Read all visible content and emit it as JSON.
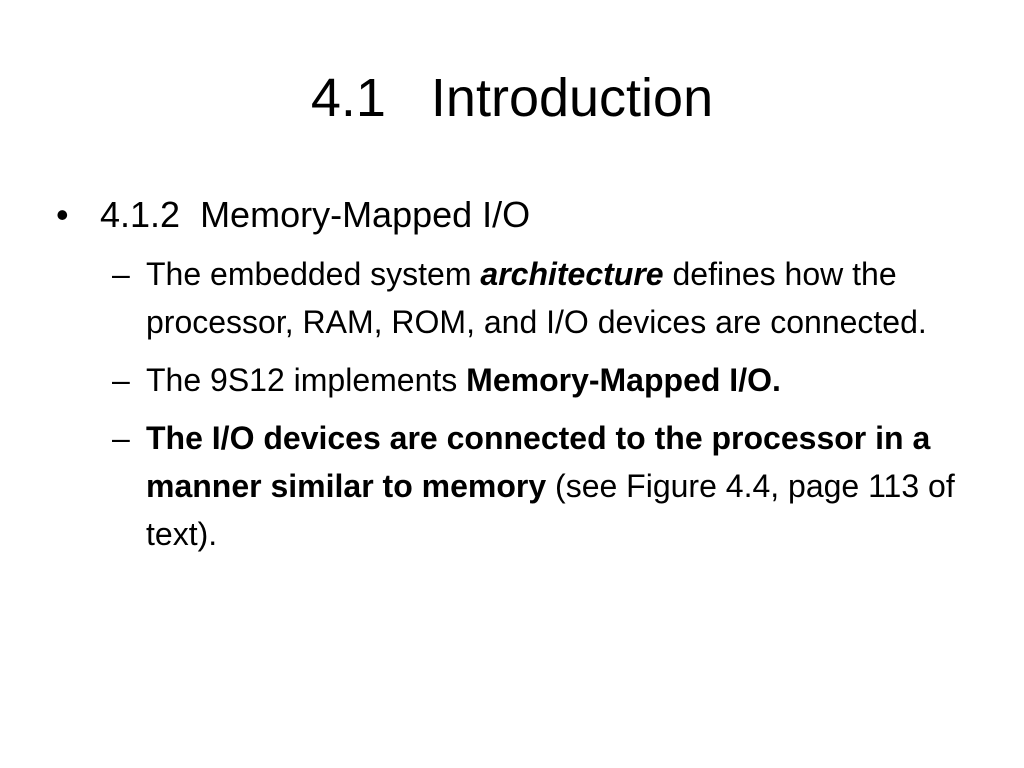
{
  "slide": {
    "title": "4.1\tIntroduction",
    "bullet": {
      "marker": "•",
      "text": "4.1.2  Memory-Mapped I/O"
    },
    "sub_bullets": [
      {
        "dash": "–",
        "part1": "The embedded system ",
        "part2_bold_italic": "architecture",
        "part3": " defines how the processor, RAM, ROM, and I/O devices are connected."
      },
      {
        "dash": "–",
        "part1": "The 9S12 implements ",
        "part2_bold": "Memory-Mapped I/O."
      },
      {
        "dash": "–",
        "part1_bold": "The I/O devices are connected to the processor in a manner similar to memory",
        "part2": " (see Figure 4.4, page 113 of text)."
      }
    ]
  }
}
